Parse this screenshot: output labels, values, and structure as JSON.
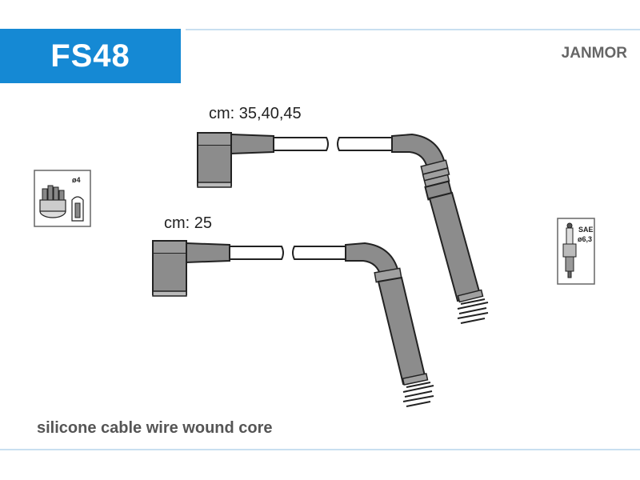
{
  "header": {
    "code": "FS48",
    "brand": "JANMOR"
  },
  "cables": [
    {
      "length_label": "cm: 35,40,45"
    },
    {
      "length_label": "cm: 25"
    }
  ],
  "distributor": {
    "pin_label": "ø4"
  },
  "spark_plug": {
    "type_label": "SAE",
    "size_label": "ø6,3"
  },
  "footer": {
    "description": "silicone cable wire wound core"
  },
  "colors": {
    "header_blue": "#1589d4",
    "cable_gray": "#8c8c8c"
  }
}
